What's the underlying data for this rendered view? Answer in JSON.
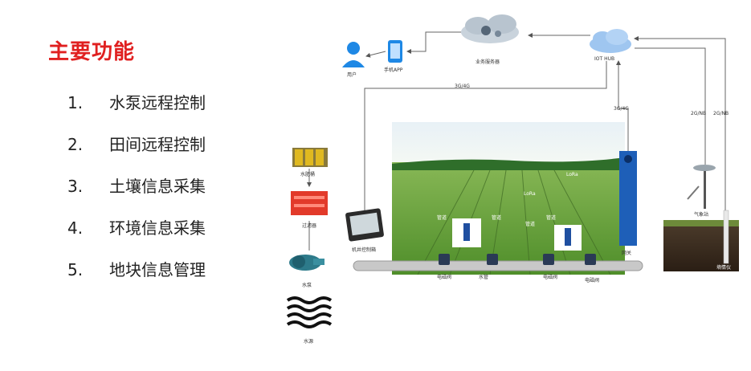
{
  "heading": "主要功能",
  "features": [
    {
      "num": "1.",
      "text": "水泵远程控制"
    },
    {
      "num": "2.",
      "text": "田间远程控制"
    },
    {
      "num": "3.",
      "text": "土壤信息采集"
    },
    {
      "num": "4.",
      "text": "环境信息采集"
    },
    {
      "num": "5.",
      "text": "地块信息管理"
    }
  ],
  "diagram": {
    "user": "用户",
    "phone_app": "手机APP",
    "business_server": "业务服务器",
    "iot_hub": "IOT HUB",
    "link_3g4g_top": "3G/4G",
    "link_3g4g_side": "3G/4G",
    "link_2gnb_a": "2G/NB",
    "link_2gnb_b": "2G/NB",
    "fertilizer_tank": "水肥桶",
    "filter": "过滤器",
    "pump": "水泵",
    "water_source": "水源",
    "controller_box": "机井控制箱",
    "gateway": "网关",
    "weather_station": "气象站",
    "soil_sensor": "墒情仪",
    "lora_1": "LoRa",
    "lora_2": "LoRa",
    "pipe_label_1": "管道",
    "pipe_label_2": "管道",
    "pipe_label_3": "管道",
    "pipe_label_4": "管道",
    "valve_1": "电磁阀",
    "valve_2": "水管",
    "valve_3": "电磁阀",
    "valve_4": "电磁阀"
  }
}
